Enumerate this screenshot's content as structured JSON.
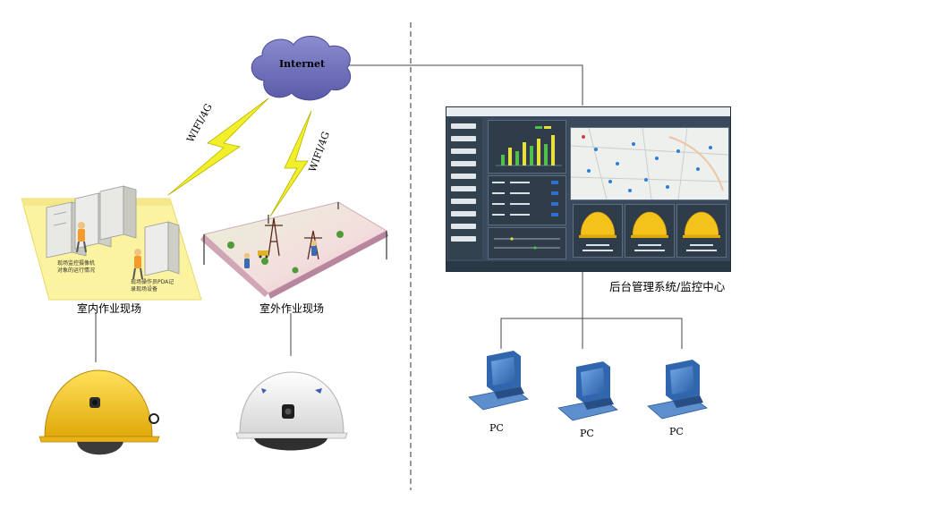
{
  "nodes": {
    "internet": {
      "label": "Internet"
    },
    "wireless_left": {
      "label": "WIFI/4G"
    },
    "wireless_right": {
      "label": "WIFI/4G"
    },
    "indoor": {
      "label": "室内作业现场",
      "note_a": "现场监控摄像机\n对象的运行情况",
      "note_b": "现场操作员PDA记\n录现场设备"
    },
    "outdoor": {
      "label": "室外作业现场"
    },
    "monitor_center": {
      "label": "后台管理系统/监控中心"
    },
    "pcs": [
      {
        "label": "PC"
      },
      {
        "label": "PC"
      },
      {
        "label": "PC"
      }
    ]
  },
  "colors": {
    "cloud": "#6c6cb8",
    "lightning": "#f1ef2a",
    "helmet_yellow": "#f3c31c",
    "helmet_white": "#f4f4f4",
    "pc_blue": "#3a78c2",
    "indoor_floor": "#fbf3a0",
    "line": "#444444"
  }
}
